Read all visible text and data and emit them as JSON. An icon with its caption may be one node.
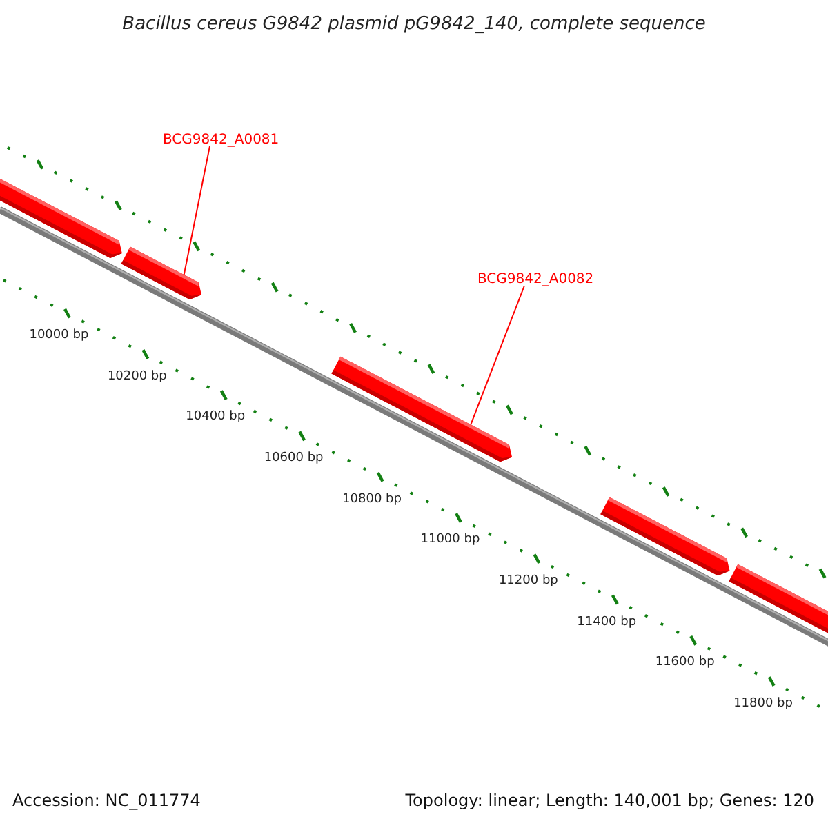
{
  "diagram": {
    "title": "Bacillus cereus G9842 plasmid pG9842_140, complete sequence",
    "nodes": [
      {
        "text": [
          "BCG9842_A0081"
        ]
      },
      {
        "text": [
          "BCG9842_A0082"
        ]
      },
      {
        "text": [],
        "shape": "arrow"
      },
      {
        "text": [],
        "shape": "arrow"
      },
      {
        "text": [],
        "shape": "arrow"
      },
      {
        "text": [],
        "shape": "arrow"
      },
      {
        "text": [],
        "shape": "arrow"
      }
    ],
    "edges": [
      {
        "from": 0,
        "to": 3,
        "arrow": "none"
      },
      {
        "from": 1,
        "to": 4,
        "arrow": "none"
      }
    ],
    "labels": [
      "10000 bp",
      "10200 bp",
      "10400 bp",
      "10600 bp",
      "10800 bp",
      "11000 bp",
      "11200 bp",
      "11400 bp",
      "11600 bp",
      "11800 bp",
      "Accession: NC_011774",
      "Topology: linear; Length: 140,001 bp; Genes: 120"
    ]
  }
}
